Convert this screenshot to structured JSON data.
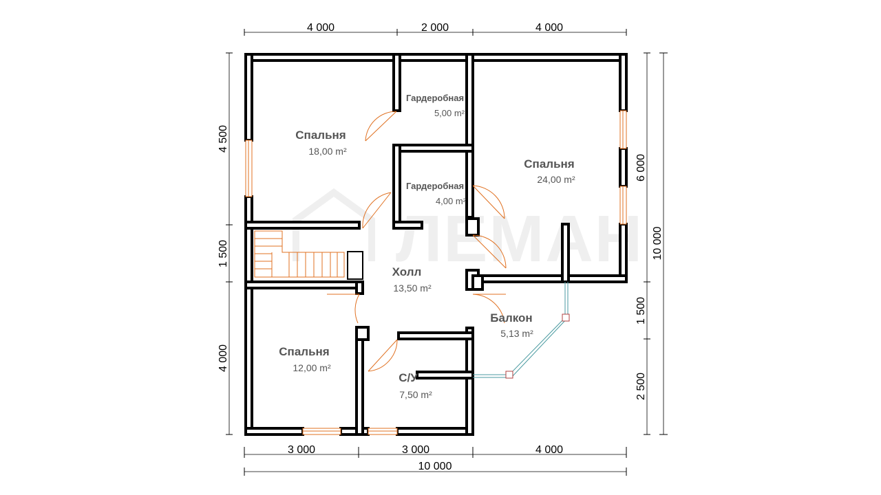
{
  "watermark": {
    "text": "ЛЕМАН"
  },
  "dimensions": {
    "top": [
      "4 000",
      "2 000",
      "4 000"
    ],
    "bottom": [
      "3 000",
      "3 000",
      "4 000"
    ],
    "bottom_total": "10 000",
    "left": [
      "4 500",
      "1 500",
      "4 000"
    ],
    "right": [
      "6 000",
      "1 500",
      "2 500"
    ],
    "right_total": "10 000"
  },
  "rooms": {
    "bedroom_nw": {
      "name": "Спальня",
      "area": "18,00 m²"
    },
    "wardrobe_1": {
      "name": "Гардеробная",
      "area": "5,00 m²"
    },
    "wardrobe_2": {
      "name": "Гардеробная",
      "area": "4,00 m²"
    },
    "bedroom_ne": {
      "name": "Спальня",
      "area": "24,00 m²"
    },
    "hall": {
      "name": "Холл",
      "area": "13,50 m²"
    },
    "balcony": {
      "name": "Балкон",
      "area": "5,13 m²"
    },
    "bedroom_sw": {
      "name": "Спальня",
      "area": "12,00 m²"
    },
    "bathroom": {
      "name": "С/У",
      "area": "7,50 m²"
    }
  },
  "colors": {
    "walls": "#000000",
    "doors_windows": "#e07020",
    "balcony_glass": "#4a9aa0",
    "room_text": "#555555",
    "watermark": "#efefef"
  }
}
